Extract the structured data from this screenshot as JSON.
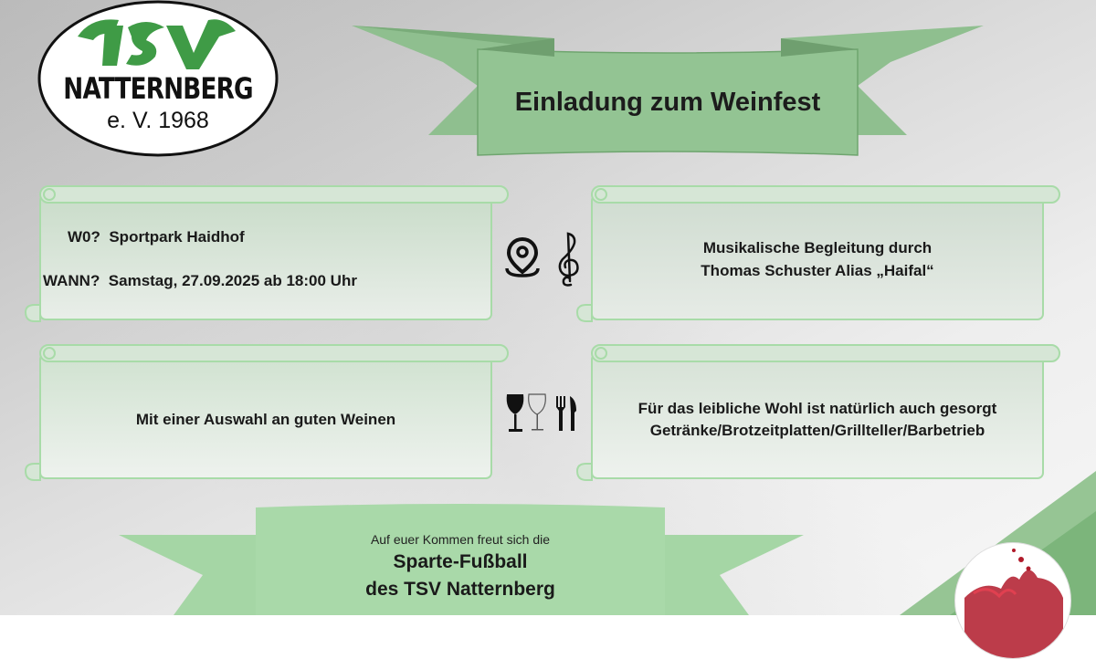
{
  "logo": {
    "top_text": "TSV",
    "main_text": "NATTERNBERG",
    "sub_text": "e. V. 1968"
  },
  "header": {
    "title": "Einladung zum Weinfest"
  },
  "cards": {
    "location": {
      "where_label": "W0?",
      "where_value": "Sportpark Haidhof",
      "when_label": "WANN?",
      "when_value": "Samstag, 27.09.2025 ab 18:00 Uhr"
    },
    "music": {
      "line1": "Musikalische Begleitung durch",
      "line2": "Thomas Schuster Alias „Haifal“"
    },
    "wine": {
      "line1": "Mit einer Auswahl an guten Weinen"
    },
    "food": {
      "line1": "Für das leibliche Wohl ist natürlich auch gesorgt",
      "line2": "Getränke/Brotzeitplatten/Grillteller/Barbetrieb"
    }
  },
  "footer": {
    "line1": "Auf euer Kommen freut sich die",
    "line2": "Sparte-Fußball",
    "line3": "des TSV Natternberg"
  },
  "icons": {
    "location": "map-pin-icon",
    "music": "treble-clef-icon",
    "wine": "wine-glasses-icon",
    "cutlery": "fork-knife-icon"
  },
  "colors": {
    "ribbon_green": "#8fbf8f",
    "scroll_green_border": "#a8dba8",
    "logo_green": "#3f9b46"
  }
}
